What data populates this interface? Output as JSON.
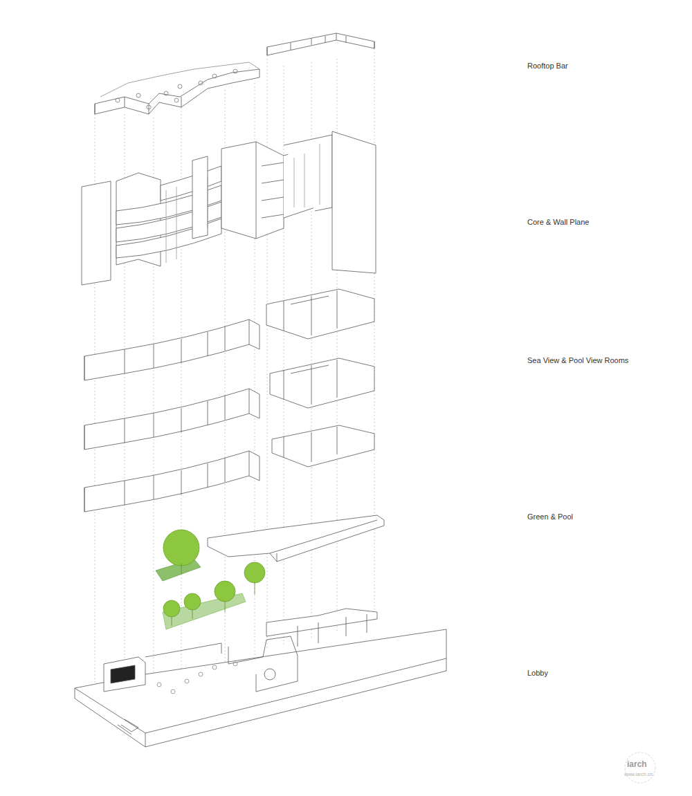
{
  "diagram": {
    "labels": [
      "Rooftop Bar",
      "Core & Wall Plane",
      "Sea View & Pool View Rooms",
      "Green & Pool",
      "Lobby",
      "iarch",
      "www.iarch.cn"
    ]
  }
}
